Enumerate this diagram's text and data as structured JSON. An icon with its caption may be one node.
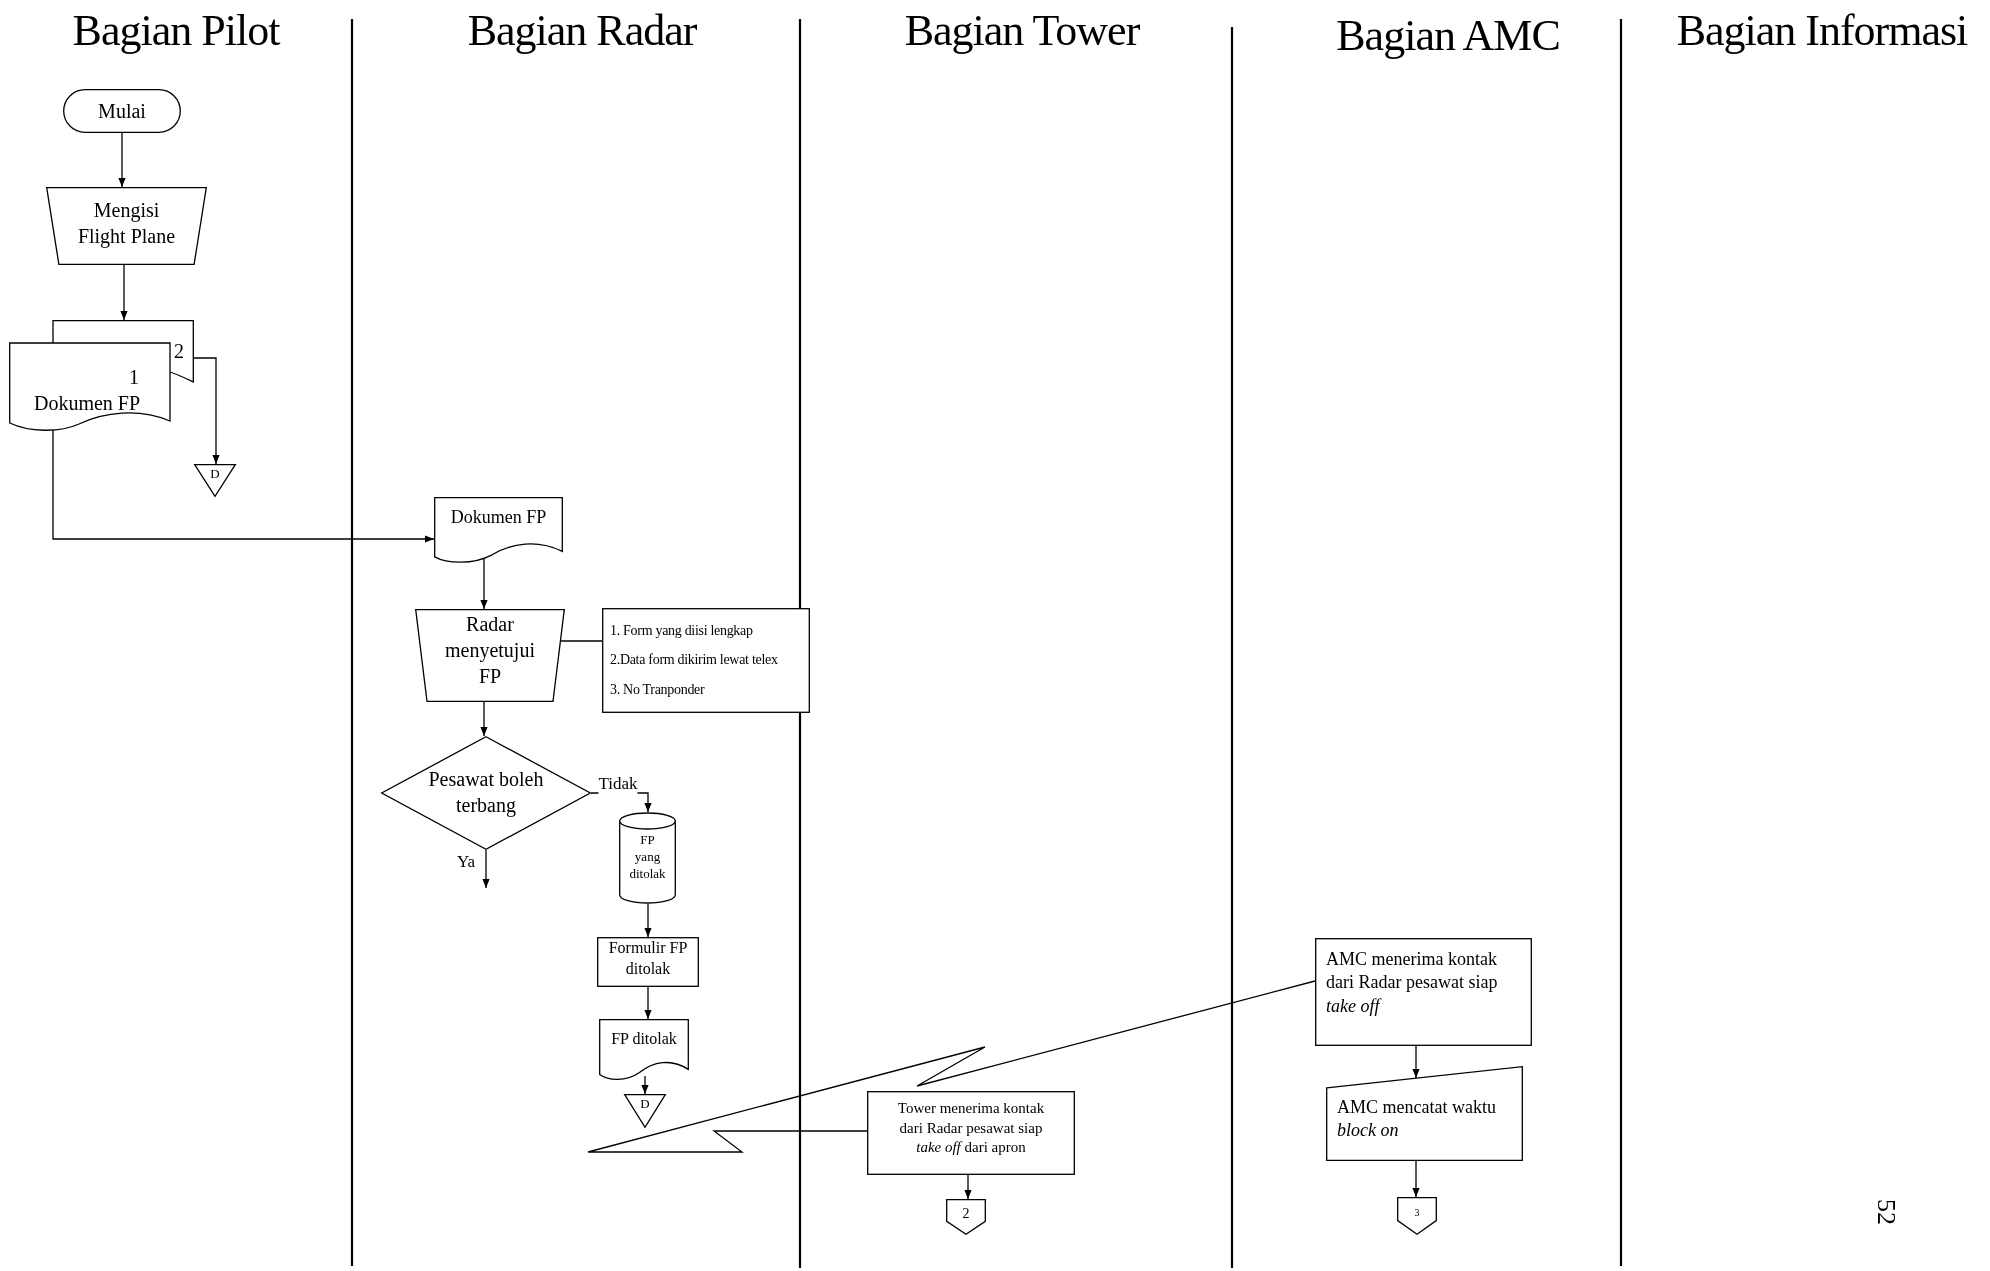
{
  "diagram": {
    "nodes": [
      {
        "text": [
          "Mulai"
        ]
      },
      {
        "text": [
          "Mengisi Flight Plane"
        ]
      },
      {
        "text": [
          "2",
          "1",
          "Dokumen FP"
        ]
      },
      {
        "text": [
          "D"
        ]
      },
      {
        "text": [
          "Dokumen FP"
        ]
      },
      {
        "text": [
          "Radar menyetujui FP"
        ]
      },
      {
        "text": [
          "1. Form yang diisi lengkap",
          "2.Data form dikirim lewat telex",
          "3. No Tranponder"
        ]
      },
      {
        "text": [
          "Pesawat boleh terbang"
        ]
      },
      {
        "text": [
          "FP yang ditolak"
        ]
      },
      {
        "text": [
          "Formulir FP ditolak"
        ]
      },
      {
        "text": [
          "FP ditolak"
        ]
      },
      {
        "text": [
          "D"
        ]
      },
      {
        "text": [
          "Tower menerima kontak dari Radar pesawat siap *take off* dari apron"
        ]
      },
      {
        "text": [
          "2"
        ]
      },
      {
        "text": [
          "AMC menerima kontak dari Radar pesawat siap *take off*"
        ]
      },
      {
        "text": [
          "AMC mencatat waktu *block on*"
        ]
      },
      {
        "text": [
          "3"
        ]
      }
    ],
    "edges": [
      {
        "from": 0,
        "to": 1,
        "arrow": "to"
      },
      {
        "from": 1,
        "to": 2,
        "arrow": "to"
      },
      {
        "from": 2,
        "to": 3,
        "arrow": "to"
      },
      {
        "from": 2,
        "to": 4,
        "arrow": "to"
      },
      {
        "from": 4,
        "to": 5,
        "arrow": "to"
      },
      {
        "from": 5,
        "to": 6,
        "arrow": "none"
      },
      {
        "from": 5,
        "to": 7,
        "arrow": "to"
      },
      {
        "from": 7,
        "to": 8,
        "arrow": "to",
        "label": "Tidak"
      },
      {
        "from": 7,
        "to": null,
        "arrow": "to",
        "label": "Ya"
      },
      {
        "from": 8,
        "to": 9,
        "arrow": "to"
      },
      {
        "from": 9,
        "to": 10,
        "arrow": "to"
      },
      {
        "from": 10,
        "to": 11,
        "arrow": "to"
      },
      {
        "from": 12,
        "to": 13,
        "arrow": "to"
      },
      {
        "from": 14,
        "to": 15,
        "arrow": "to"
      },
      {
        "from": 15,
        "to": 16,
        "arrow": "to"
      },
      {
        "from": 12,
        "to": 14,
        "arrow": "none"
      }
    ],
    "labels": [
      "Bagian Pilot",
      "Bagian Radar",
      "Bagian Tower",
      "Bagian AMC",
      "Bagian Informasi",
      "52"
    ]
  }
}
